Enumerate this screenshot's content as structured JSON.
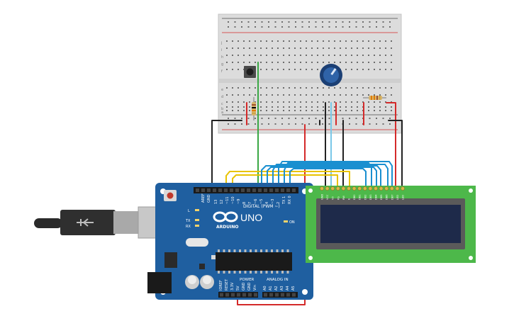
{
  "board": {
    "brand": "ARDUINO",
    "model": "UNO",
    "digital_label": "DIGITAL (PWM ~)",
    "power_label": "POWER",
    "analog_label": "ANALOG IN",
    "on_label": "ON",
    "tx_label": "TX",
    "rx_label": "RX",
    "l_label": "L",
    "aref_label": "AREF",
    "gnd_label": "GND",
    "pin_labels": [
      "13",
      "12",
      "~11",
      "~10",
      "~9",
      "8",
      "7",
      "~6",
      "~5",
      "4",
      "~3",
      "2",
      "TX 1",
      "RX 0"
    ],
    "power_pins": [
      "IOREF",
      "RESET",
      "3.3V",
      "5V",
      "GND",
      "GND",
      "Vin"
    ],
    "analog_pins": [
      "A0",
      "A1",
      "A2",
      "A3",
      "A4",
      "A5"
    ]
  },
  "lcd": {
    "pin_labels": [
      "GND",
      "VCC",
      "V0",
      "RS",
      "RW",
      "E",
      "DB0",
      "DB1",
      "DB2",
      "DB3",
      "DB4",
      "DB5",
      "DB6",
      "DB7",
      "LED",
      "LED"
    ]
  },
  "breadboard": {
    "row_letters_top": [
      "j",
      "i",
      "h",
      "g",
      "f"
    ],
    "row_letters_bottom": [
      "e",
      "d",
      "c",
      "b",
      "a"
    ]
  },
  "colors": {
    "board_blue": "#1f5fa0",
    "lcd_green": "#4db84a",
    "lcd_screen": "#1e2a4a",
    "wire_red": "#d42a2a",
    "wire_black": "#222222",
    "wire_yellow": "#e8c300",
    "wire_blue": "#1a8fd0",
    "wire_cyan": "#7ac8e8",
    "wire_green": "#3aa845"
  }
}
